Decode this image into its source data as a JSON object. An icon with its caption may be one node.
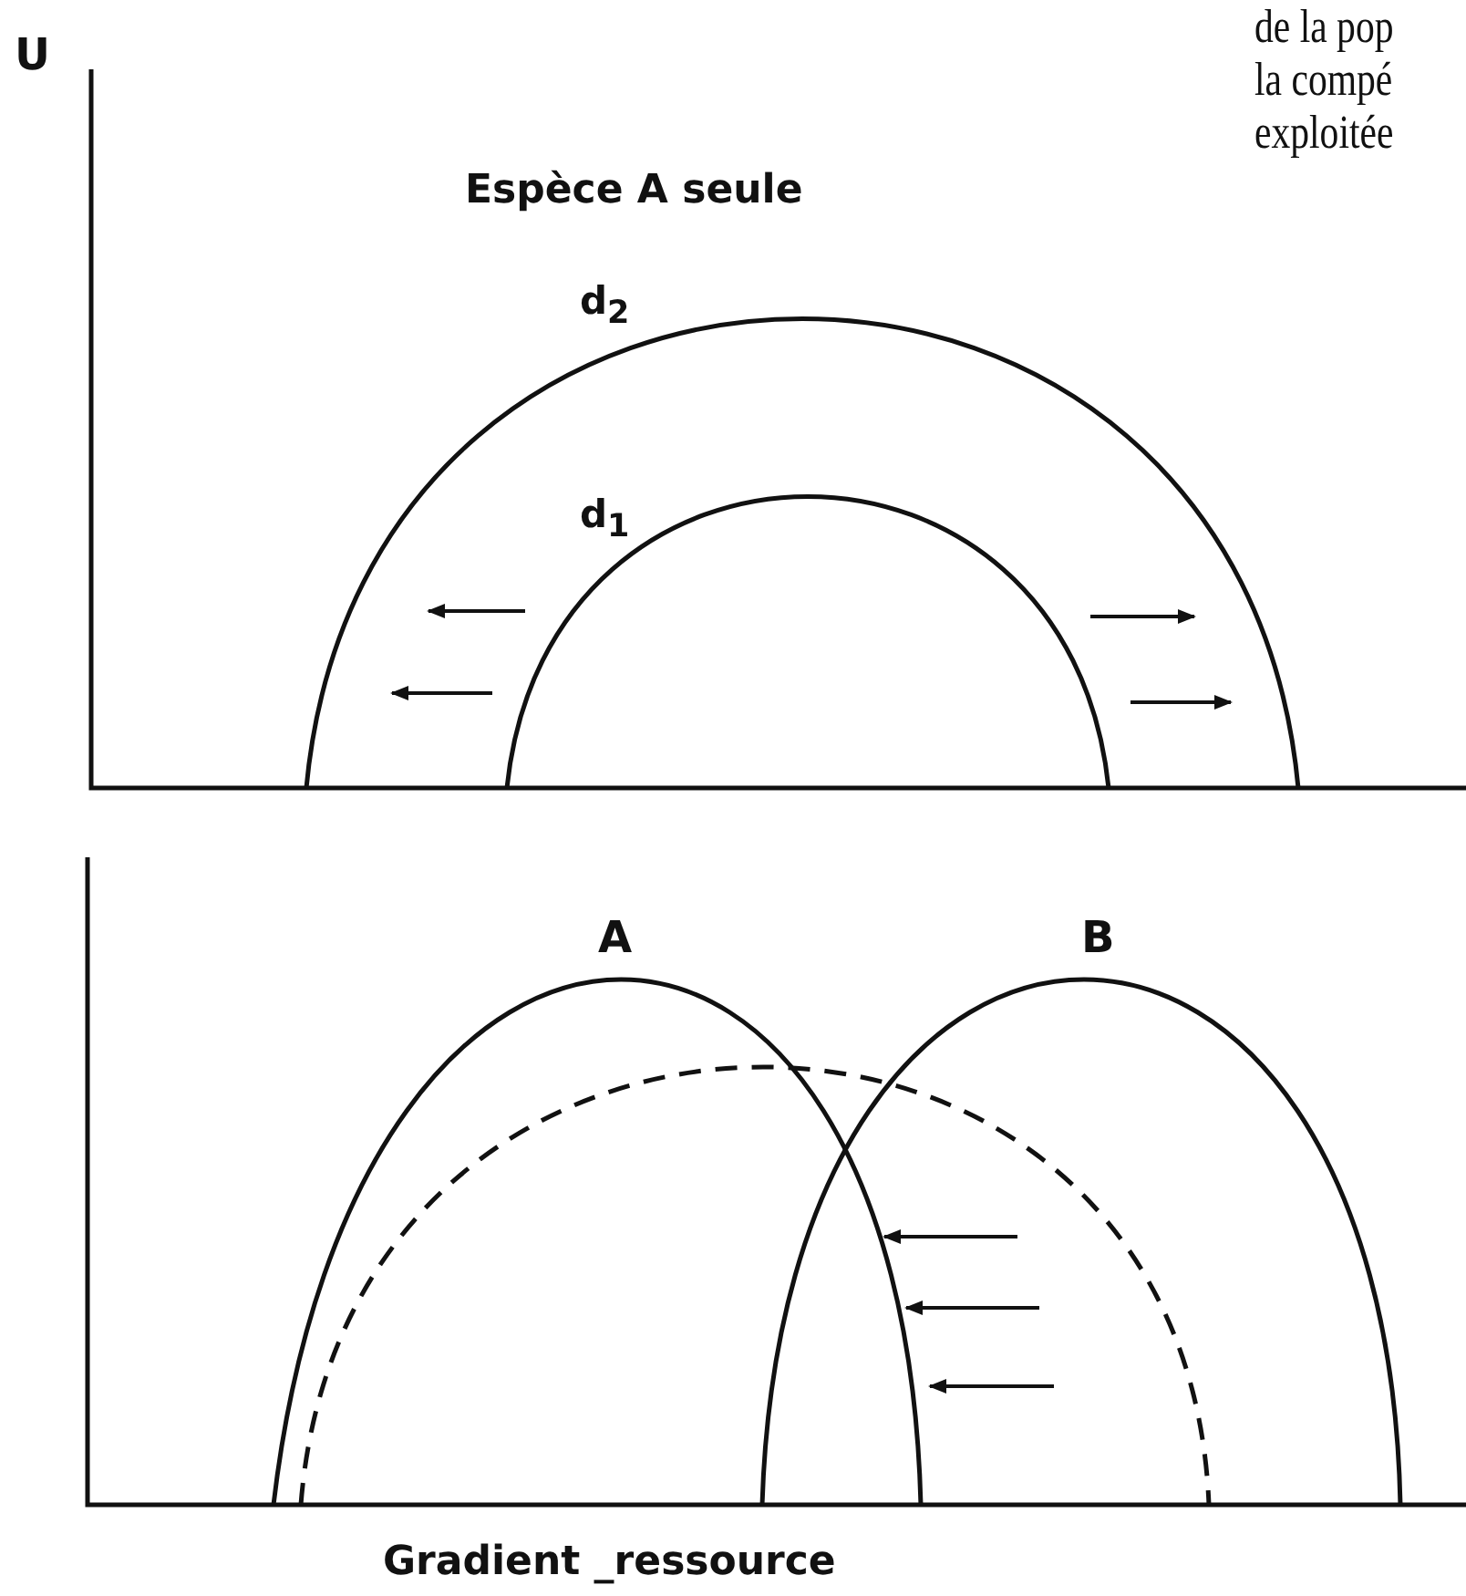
{
  "diagram": {
    "labels": [
      "U",
      "Espèce A seule",
      "d$_{2}$",
      "d$_{1}$",
      "de la pop",
      "la compé",
      "exploitée",
      "A",
      "B",
      "Gradient _ressource"
    ]
  }
}
